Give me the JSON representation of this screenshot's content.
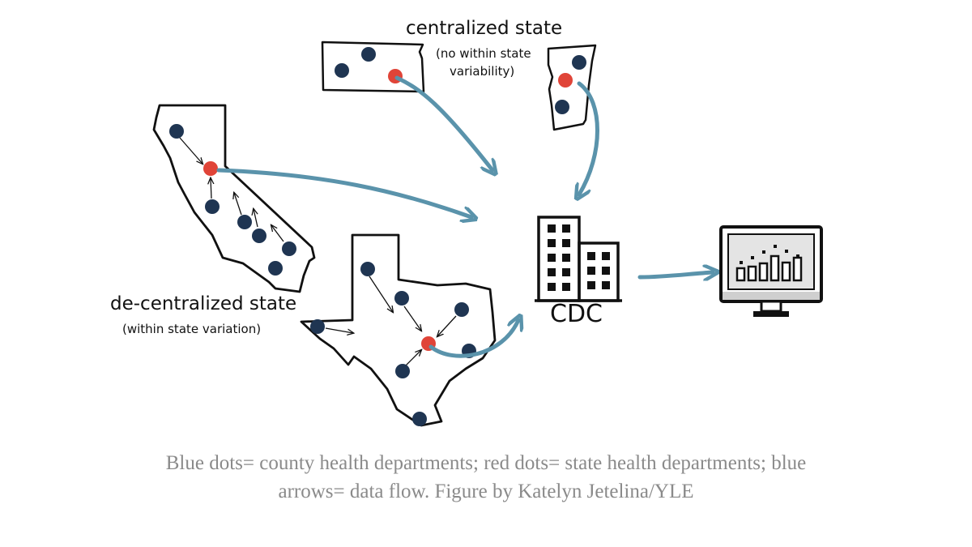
{
  "labels": {
    "centralized_title": "centralized state",
    "centralized_sub_1": "(no within state",
    "centralized_sub_2": "variability)",
    "decentralized_title": "de-centralized state",
    "decentralized_sub": "(within state variation)",
    "cdc": "CDC"
  },
  "caption": {
    "line1": "Blue dots= county health departments; red dots= state health departments; blue",
    "line2": "arrows= data flow. Figure by Katelyn Jetelina/YLE"
  },
  "colors": {
    "county_dot": "#1f3552",
    "state_dot": "#e04438",
    "data_flow_arrow": "#5a93ab",
    "outline": "#111111",
    "caption_text": "#8a8a8a"
  },
  "icons": {
    "building": "cdc-building-icon",
    "monitor": "dashboard-monitor-icon"
  }
}
